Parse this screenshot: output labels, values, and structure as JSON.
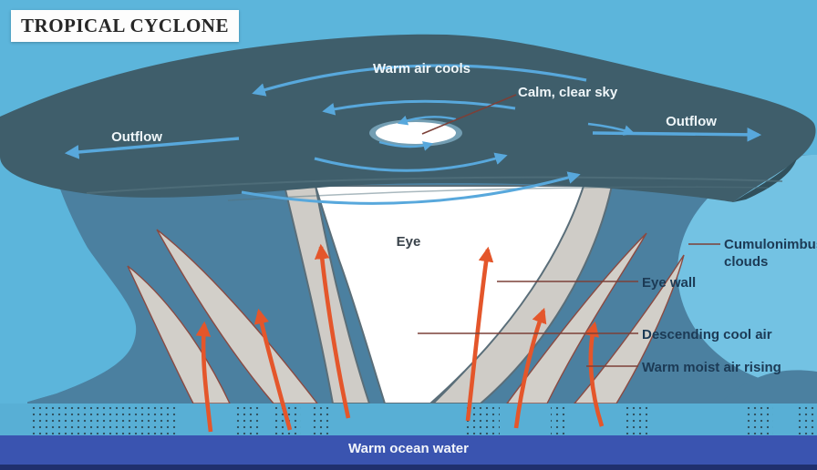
{
  "title": "TROPICAL CYCLONE",
  "top_labels": {
    "warm_air_cools": "Warm air cools",
    "calm_clear_sky": "Calm, clear sky",
    "outflow_left": "Outflow",
    "outflow_right": "Outflow"
  },
  "center_labels": {
    "eye": "Eye"
  },
  "right_labels": {
    "cumulonimbus_line1": "Cumulonimbus",
    "cumulonimbus_line2": "clouds",
    "eye_wall": "Eye wall",
    "descending_cool_air": "Descending cool air",
    "warm_moist_air_rising": "Warm moist air rising"
  },
  "bottom": {
    "warm_ocean_water": "Warm ocean water"
  },
  "colors": {
    "sky_background": "#5CB5DB",
    "right_clear_patch": "#73C2E3",
    "storm_body": "#4B80A0",
    "anvil_cloud": "#3F5E6B",
    "rainband_gray": "#D2CFC9",
    "rainband_outline": "#8A4A42",
    "eye_funnel_white": "#FFFFFF",
    "warm_air_arrow_orange": "#E4562B",
    "outflow_arrow_blue": "#58A8DC",
    "leader_line_maroon": "#7C4038",
    "ocean_banner_blue": "#3A54B0",
    "ocean_banner_dark_edge": "#20306E",
    "ocean_dots": "#2F4E5C"
  }
}
